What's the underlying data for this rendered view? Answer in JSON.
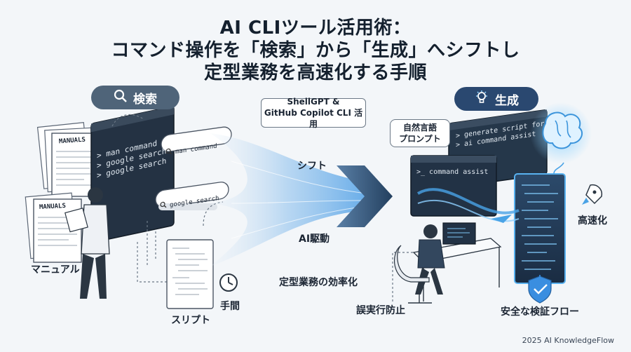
{
  "title": {
    "line1": "AI CLIツール活用術：",
    "line2": "コマンド操作を「検索」から「生成」へシフトし",
    "line3": "定型業務を高速化する手順"
  },
  "left": {
    "pill": "検索",
    "manuals_a": "MANUALS",
    "manuals_b": "MANUALS",
    "terminal_lines": [
      "> man command",
      "> google search",
      "> google search"
    ],
    "search_box_1": "man command",
    "search_box_2": "google search",
    "label_manual": "マニュアル",
    "label_script": "スリプト",
    "label_time": "手間"
  },
  "center": {
    "tool_box_line1": "ShellGPT &",
    "tool_box_line2": "GitHub Copilot CLI 活用",
    "label_shift": "シフト",
    "label_ai": "AI駆動",
    "label_efficiency": "定型業務の効率化",
    "label_prevent": "誤実行防止"
  },
  "right": {
    "pill": "生成",
    "prompt_line1": "自然言語",
    "prompt_line2": "プロンプト",
    "terminal_main": ">_ command assist",
    "terminal_back_1": "> generate script for ...",
    "terminal_back_2": "> ai command assist",
    "label_speed": "高速化",
    "label_safe": "安全な検証フロー"
  },
  "footer": "2025 AI KnowledgeFlow",
  "colors": {
    "dark_navy": "#1f2d3d",
    "terminal": "#263444",
    "glow": "#4aa3e6",
    "slate": "#4f6479"
  }
}
